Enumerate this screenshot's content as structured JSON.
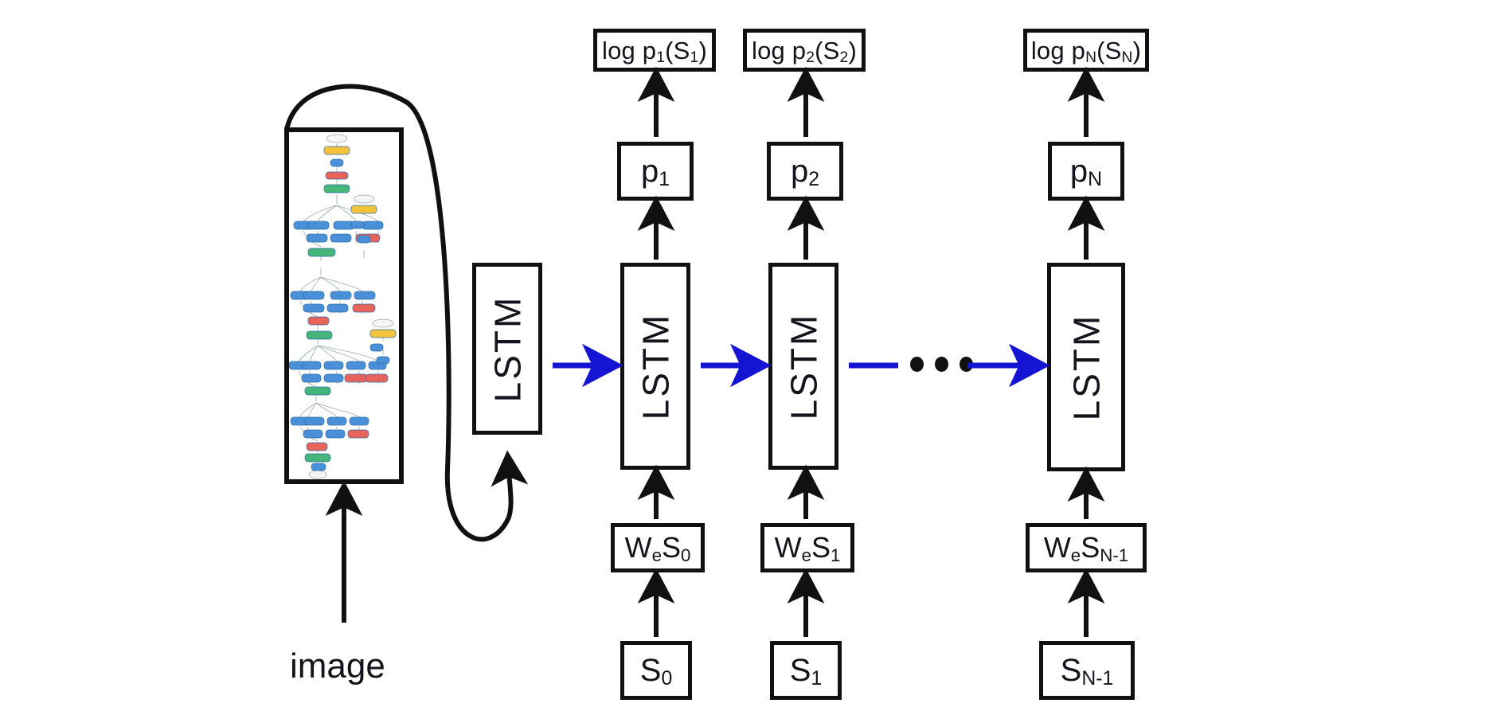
{
  "diagram": {
    "title": "CNN-LSTM image captioning model",
    "colors": {
      "stroke": "#111111",
      "blue_arrow": "#1414d2",
      "background": "#ffffff",
      "cnn_blue": "#4a90d9",
      "cnn_red": "#e8645a",
      "cnn_green": "#46b57a",
      "cnn_yellow": "#f3c33c",
      "cnn_gray": "#f2f2f2",
      "cnn_edge": "#8a9aa8"
    },
    "image_caption": "image",
    "ellipsis": "• • •",
    "cnn_label": "deep-cnn-inception-graph",
    "encoder": {
      "lstm_label": "LSTM"
    },
    "timesteps": [
      {
        "id": "t1",
        "lstm_label": "LSTM",
        "log_prob": {
          "prefix": "log p",
          "index": "1",
          "arg_prefix": "(S",
          "arg_index": "1",
          "suffix": ")",
          "full": "log p1(S1)"
        },
        "prob": {
          "prefix": "p",
          "index": "1",
          "full": "p1"
        },
        "embedding": {
          "prefix": "W",
          "sub1": "e",
          "mid": "S",
          "sub2": "0",
          "full": "WeS0"
        },
        "word": {
          "prefix": "S",
          "index": "0",
          "full": "S0"
        }
      },
      {
        "id": "t2",
        "lstm_label": "LSTM",
        "log_prob": {
          "prefix": "log p",
          "index": "2",
          "arg_prefix": "(S",
          "arg_index": "2",
          "suffix": ")",
          "full": "log p2(S2)"
        },
        "prob": {
          "prefix": "p",
          "index": "2",
          "full": "p2"
        },
        "embedding": {
          "prefix": "W",
          "sub1": "e",
          "mid": "S",
          "sub2": "1",
          "full": "WeS1"
        },
        "word": {
          "prefix": "S",
          "index": "1",
          "full": "S1"
        }
      },
      {
        "id": "tN",
        "lstm_label": "LSTM",
        "log_prob": {
          "prefix": "log p",
          "index": "N",
          "arg_prefix": "(S",
          "arg_index": "N",
          "suffix": ")",
          "full": "log pN(SN)"
        },
        "prob": {
          "prefix": "p",
          "index": "N",
          "full": "pN"
        },
        "embedding": {
          "prefix": "W",
          "sub1": "e",
          "mid": "S",
          "sub2": "N-1",
          "full": "WeSN-1"
        },
        "word": {
          "prefix": "S",
          "index": "N-1",
          "full": "SN-1"
        }
      }
    ]
  }
}
